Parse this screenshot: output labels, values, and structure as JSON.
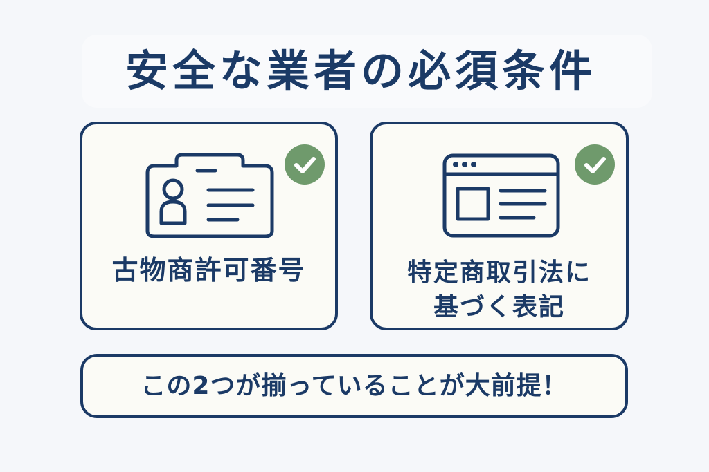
{
  "title": "安全な業者の必須条件",
  "cards": [
    {
      "icon": "id-card-icon",
      "badge_icon": "check-icon",
      "label_lines": [
        "古物商許可番号"
      ]
    },
    {
      "icon": "browser-window-icon",
      "badge_icon": "check-icon",
      "label_lines": [
        "特定商取引法に",
        "基づく表記"
      ]
    }
  ],
  "banner": {
    "text": "この2つが揃っていることが大前提！"
  },
  "colors": {
    "primary": "#1b3a66",
    "check_green": "#6f9a6c",
    "card_bg": "#fbfbf6",
    "page_bg": "#f5f7fa"
  }
}
